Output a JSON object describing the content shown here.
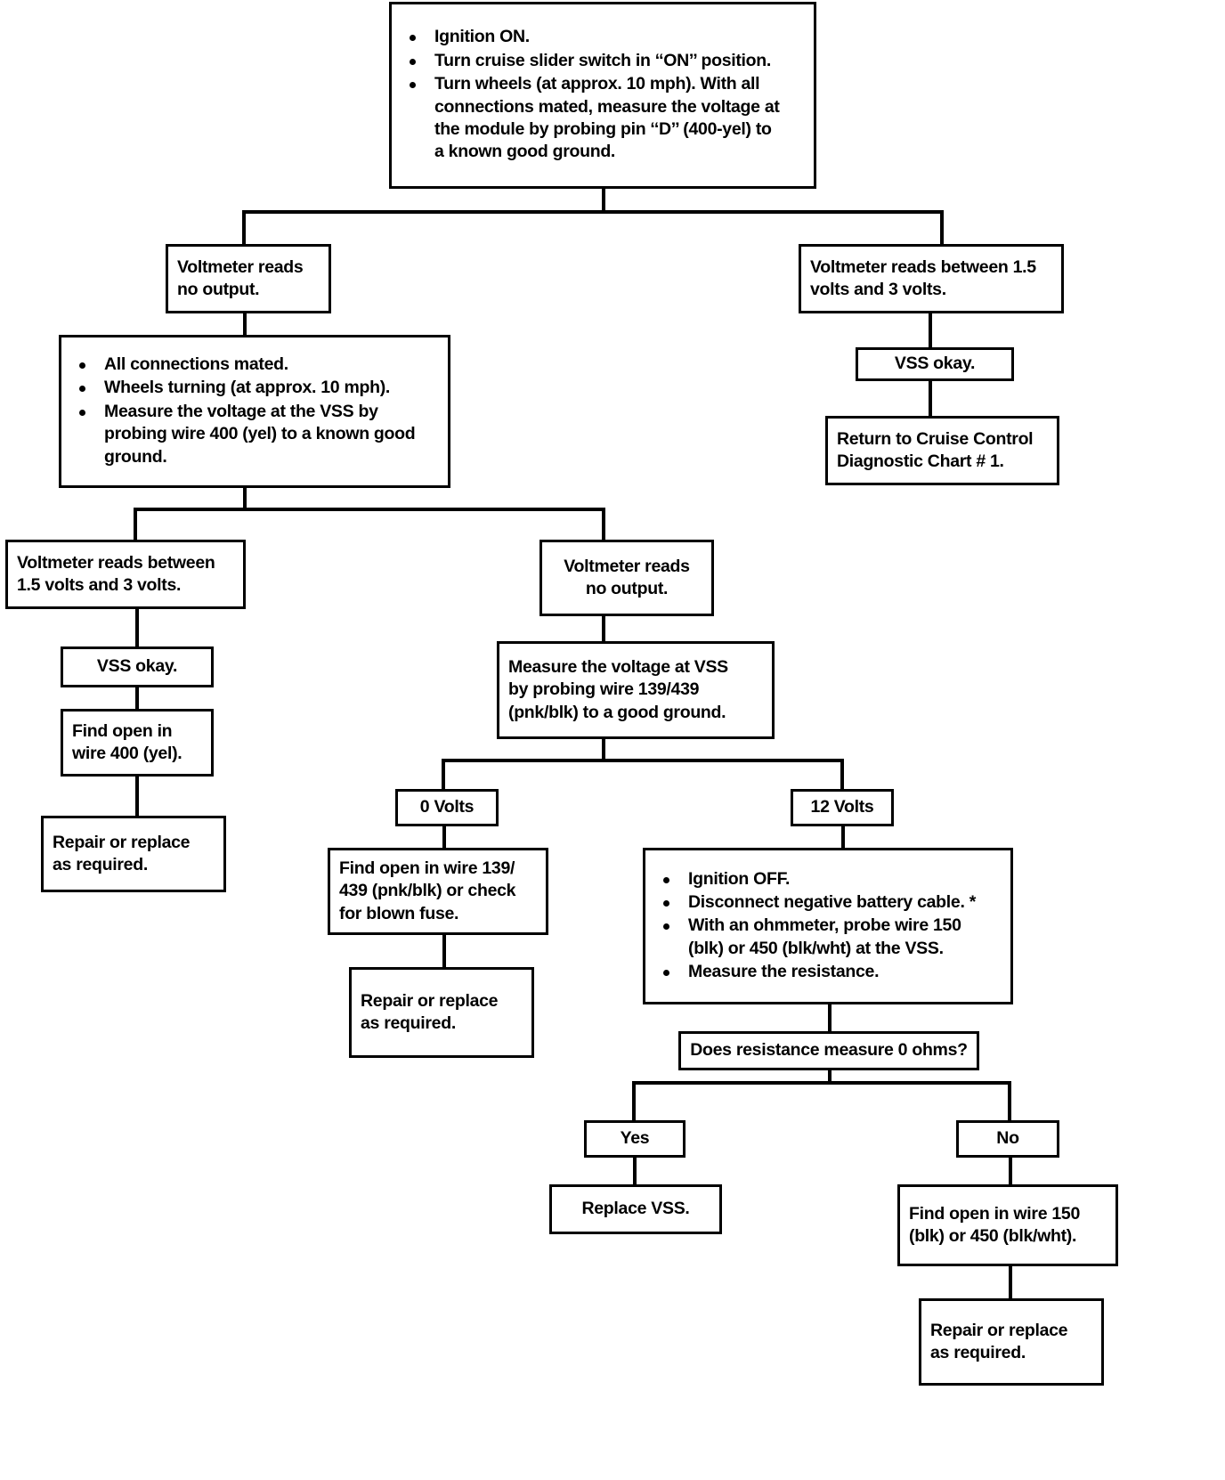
{
  "document": {
    "type": "troubleshooting-flowchart",
    "subject": "Cruise Control / VSS Diagnostic Chart"
  },
  "nodes": {
    "start": {
      "id": "start",
      "kind": "process-bulleted",
      "bullets": [
        [
          "Ignition ON."
        ],
        [
          "Turn cruise slider switch in ‘‘ON’’ position."
        ],
        [
          "Turn wheels (at approx. 10 mph). With all",
          "connections mated, measure the voltage at",
          "the module by probing pin ‘‘D’’ (400-yel) to",
          "a known good ground."
        ]
      ]
    },
    "volt_no_output_1": {
      "id": "volt_no_output_1",
      "kind": "result",
      "lines": [
        "Voltmeter reads",
        "no output."
      ]
    },
    "volt_between_right": {
      "id": "volt_between_right",
      "kind": "result",
      "lines": [
        "Voltmeter reads between 1.5",
        "volts and 3 volts."
      ]
    },
    "vss_okay_right": {
      "id": "vss_okay_right",
      "kind": "result",
      "lines": [
        "VSS okay."
      ]
    },
    "return_chart": {
      "id": "return_chart",
      "kind": "action",
      "lines": [
        "Return to Cruise Control",
        "Diagnostic Chart # 1."
      ]
    },
    "all_connections": {
      "id": "all_connections",
      "kind": "process-bulleted",
      "bullets": [
        [
          "All connections mated."
        ],
        [
          "Wheels turning (at approx. 10 mph)."
        ],
        [
          "Measure the voltage at the VSS by",
          "probing wire 400 (yel) to a known good",
          "ground."
        ]
      ]
    },
    "volt_between_left": {
      "id": "volt_between_left",
      "kind": "result",
      "lines": [
        "Voltmeter reads between",
        "1.5 volts and 3 volts."
      ]
    },
    "vss_okay_left": {
      "id": "vss_okay_left",
      "kind": "result",
      "lines": [
        "VSS okay."
      ]
    },
    "find_open_400": {
      "id": "find_open_400",
      "kind": "action",
      "lines": [
        "Find open in",
        "wire 400 (yel)."
      ]
    },
    "repair_left": {
      "id": "repair_left",
      "kind": "action",
      "lines": [
        "Repair or replace",
        "as required."
      ]
    },
    "volt_no_output_2": {
      "id": "volt_no_output_2",
      "kind": "result",
      "lines": [
        "Voltmeter reads",
        "no output."
      ]
    },
    "measure_vss_139": {
      "id": "measure_vss_139",
      "kind": "action",
      "lines": [
        "Measure the voltage at VSS",
        "by probing wire 139/439",
        "(pnk/blk) to a good ground."
      ]
    },
    "zero_volts": {
      "id": "zero_volts",
      "kind": "decision-result",
      "lines": [
        "0 Volts"
      ]
    },
    "twelve_volts": {
      "id": "twelve_volts",
      "kind": "decision-result",
      "lines": [
        "12 Volts"
      ]
    },
    "find_open_139": {
      "id": "find_open_139",
      "kind": "action",
      "lines": [
        "Find open in wire 139/",
        "439 (pnk/blk) or check",
        "for blown fuse."
      ]
    },
    "repair_mid": {
      "id": "repair_mid",
      "kind": "action",
      "lines": [
        "Repair or replace",
        "as required."
      ]
    },
    "ignition_off": {
      "id": "ignition_off",
      "kind": "process-bulleted",
      "bullets": [
        [
          "Ignition OFF."
        ],
        [
          "Disconnect negative battery cable. *"
        ],
        [
          "With an ohmmeter, probe wire 150",
          "(blk) or 450 (blk/wht) at the VSS."
        ],
        [
          "Measure the resistance."
        ]
      ]
    },
    "resistance_question": {
      "id": "resistance_question",
      "kind": "decision",
      "lines": [
        "Does resistance measure 0 ohms?"
      ]
    },
    "yes": {
      "id": "yes",
      "kind": "decision-result",
      "lines": [
        "Yes"
      ]
    },
    "no": {
      "id": "no",
      "kind": "decision-result",
      "lines": [
        "No"
      ]
    },
    "replace_vss": {
      "id": "replace_vss",
      "kind": "action",
      "lines": [
        "Replace VSS."
      ]
    },
    "find_open_150": {
      "id": "find_open_150",
      "kind": "action",
      "lines": [
        "Find open in wire 150",
        "(blk) or 450 (blk/wht)."
      ]
    },
    "repair_right": {
      "id": "repair_right",
      "kind": "action",
      "lines": [
        "Repair or replace",
        "as required."
      ]
    }
  },
  "colors": {
    "ink": "#000000",
    "paper": "#ffffff"
  }
}
